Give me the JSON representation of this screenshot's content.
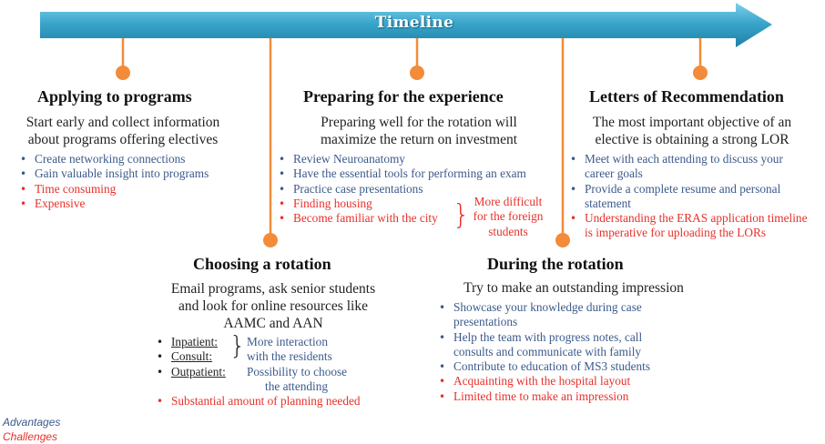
{
  "timeline": {
    "label": "Timeline"
  },
  "colors": {
    "arrow": "#31a2c6",
    "dot": "#f28c3a",
    "advantage": "#3b5a8c",
    "challenge": "#e8302a"
  },
  "stages": {
    "applying": {
      "title": "Applying to programs",
      "subtitle": [
        "Start early and collect information",
        "about programs offering electives"
      ],
      "advantages": [
        "Create networking connections",
        "Gain valuable insight into programs"
      ],
      "challenges": [
        "Time consuming",
        "Expensive"
      ]
    },
    "preparing": {
      "title": "Preparing for the experience",
      "subtitle": [
        "Preparing well for the rotation will",
        "maximize the return on investment"
      ],
      "advantages": [
        "Review Neuroanatomy",
        "Have the essential tools for performing an exam",
        "Practice case presentations"
      ],
      "challenges": [
        "Finding housing",
        "Become familiar with the city"
      ],
      "note": [
        "More difficult",
        "for the foreign",
        "students"
      ]
    },
    "letters": {
      "title": "Letters of Recommendation",
      "subtitle": [
        "The most important objective of an",
        "elective is obtaining a strong LOR"
      ],
      "advantages": [
        "Meet with each attending to discuss your",
        "career goals",
        "Provide a complete resume and personal",
        "statement"
      ],
      "challenges": [
        "Understanding the ERAS application timeline",
        "is imperative for uploading the LORs"
      ]
    },
    "choosing": {
      "title": "Choosing a rotation",
      "subtitle": [
        "Email programs, ask senior students",
        "and look for online resources like",
        "AAMC and AAN"
      ],
      "items": {
        "inpatient": "Inpatient:",
        "consult": "Consult:",
        "outpatient": "Outpatient:",
        "inpatient_note": [
          "More interaction",
          "with the residents"
        ],
        "outpatient_note": [
          "Possibility to choose",
          "the attending"
        ]
      },
      "challenges": [
        "Substantial amount of planning needed"
      ]
    },
    "during": {
      "title": "During the rotation",
      "subtitle": [
        "Try to make an outstanding impression"
      ],
      "advantages": [
        "Showcase your knowledge during case",
        "presentations",
        "Help the team with progress notes, call",
        "consults and communicate with family",
        "Contribute to education of MS3 students"
      ],
      "challenges": [
        "Acquainting with the hospital layout",
        "Limited time to make an impression"
      ]
    }
  },
  "legend": {
    "advantages": "Advantages",
    "challenges": "Challenges"
  }
}
